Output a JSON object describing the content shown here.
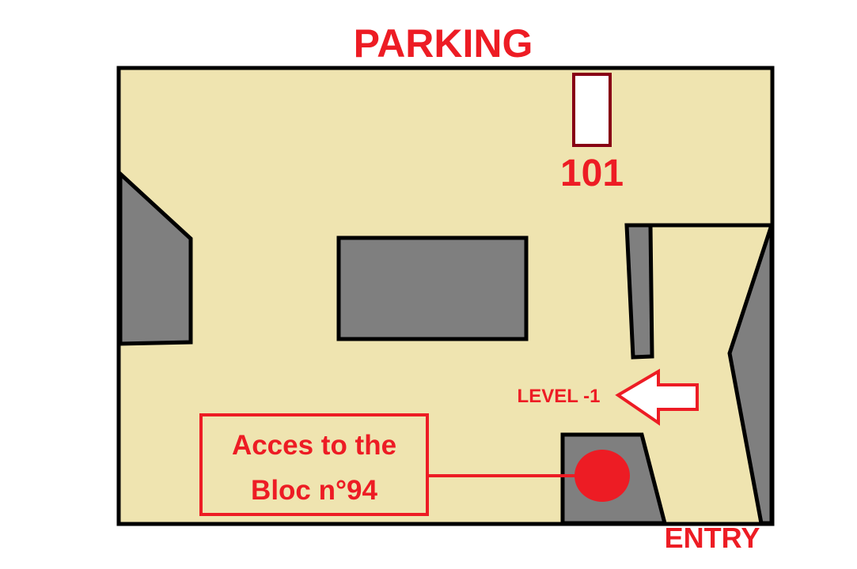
{
  "title": "PARKING",
  "spot_number": "101",
  "level_label": "LEVEL -1",
  "access_label": [
    "Acces to the",
    "Bloc n°94"
  ],
  "entry_label": "ENTRY",
  "colors": {
    "floor": "#efe4b0",
    "wall": "#7f7f7f",
    "outline": "#000000",
    "accent": "#ed1c24",
    "spot_border": "#880015"
  }
}
